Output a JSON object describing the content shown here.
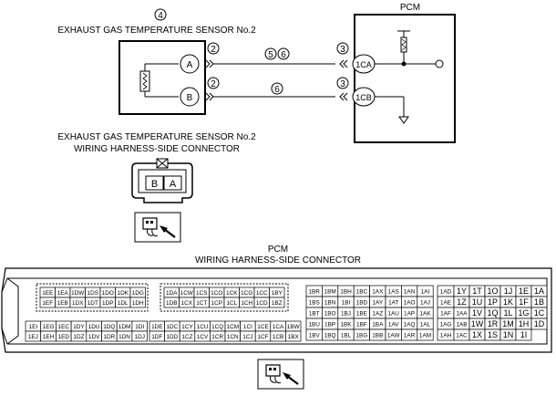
{
  "diagram": {
    "sensor": {
      "callout": "4",
      "title": "EXHAUST GAS TEMPERATURE SENSOR No.2",
      "pin_a": "A",
      "pin_b": "B"
    },
    "pcm": {
      "title": "PCM",
      "pin_1ca": "1CA",
      "pin_1cb": "1CB"
    },
    "wire_callouts": {
      "sensor_a_side": "2",
      "sensor_b_side": "2",
      "mid_a_1": "5",
      "mid_a_2": "6",
      "mid_b": "6",
      "pcm_a_side": "3",
      "pcm_b_side": "3"
    },
    "sensor_connector": {
      "title_line1": "EXHAUST GAS TEMPERATURE SENSOR No.2",
      "title_line2": "WIRING HARNESS-SIDE CONNECTOR",
      "cells": [
        "B",
        "A"
      ]
    },
    "pcm_connector": {
      "title_line1": "PCM",
      "title_line2": "WIRING HARNESS-SIDE CONNECTOR",
      "block1_top": [
        [
          "1EE",
          "1EA",
          "1DW",
          "1DS",
          "1DO",
          "1DK",
          "1DG"
        ],
        [
          "1EF",
          "1EB",
          "1DX",
          "1DT",
          "1DP",
          "1DL",
          "1DH"
        ]
      ],
      "block1_bottom": [
        [
          "1EI",
          "1EG",
          "1EC",
          "1DY",
          "1DU",
          "1DQ",
          "1DM",
          "1DI"
        ],
        [
          "1EJ",
          "1EH",
          "1ED",
          "1DZ",
          "1DV",
          "1DR",
          "1DN",
          "1DJ"
        ]
      ],
      "block2_top": [
        [
          "1DA",
          "1CW",
          "1CS",
          "1CO",
          "1CK",
          "1CG",
          "1CC",
          "1BY"
        ],
        [
          "1DB",
          "1CX",
          "1CT",
          "1CP",
          "1CL",
          "1CH",
          "1CD",
          "1BZ"
        ]
      ],
      "block2_bottom": [
        [
          "1DE",
          "1DC",
          "1CY",
          "1CU",
          "1CQ",
          "1CM",
          "1CI",
          "1CE",
          "1CA",
          "1BW"
        ],
        [
          "1DF",
          "1DD",
          "1CZ",
          "1CV",
          "1CR",
          "1CN",
          "1CJ",
          "1CF",
          "1CB",
          "1BX"
        ]
      ],
      "block3": [
        [
          "1BR",
          "1BM",
          "1BH",
          "1BC",
          "1AX",
          "1AS",
          "1AN",
          "1AI"
        ],
        [
          "1BS",
          "1BN",
          "1BI",
          "1BD",
          "1AY",
          "1AT",
          "1AO",
          "1AJ"
        ],
        [
          "1BT",
          "1BO",
          "1BJ",
          "1BE",
          "1AZ",
          "1AU",
          "1AP",
          "1AK"
        ],
        [
          "1BU",
          "1BP",
          "1BK",
          "1BF",
          "1BA",
          "1AV",
          "1AQ",
          "1AL"
        ],
        [
          "1BV",
          "1BQ",
          "1BL",
          "1BG",
          "1BB",
          "1AW",
          "1AR",
          "1AM"
        ]
      ],
      "block4": [
        [
          "1AD",
          "1Y",
          "1T",
          "1O",
          "1J",
          "1E",
          "1A"
        ],
        [
          "1AE",
          "1Z",
          "1U",
          "1P",
          "1K",
          "1F",
          "1B"
        ],
        [
          "1AF",
          "1AA",
          "1V",
          "1Q",
          "1L",
          "1G",
          "1C"
        ],
        [
          "1AG",
          "1AB",
          "1W",
          "1R",
          "1M",
          "1H",
          "1D"
        ],
        [
          "1AH",
          "1AC",
          "1X",
          "1S",
          "1N",
          "1I",
          ""
        ]
      ]
    }
  }
}
